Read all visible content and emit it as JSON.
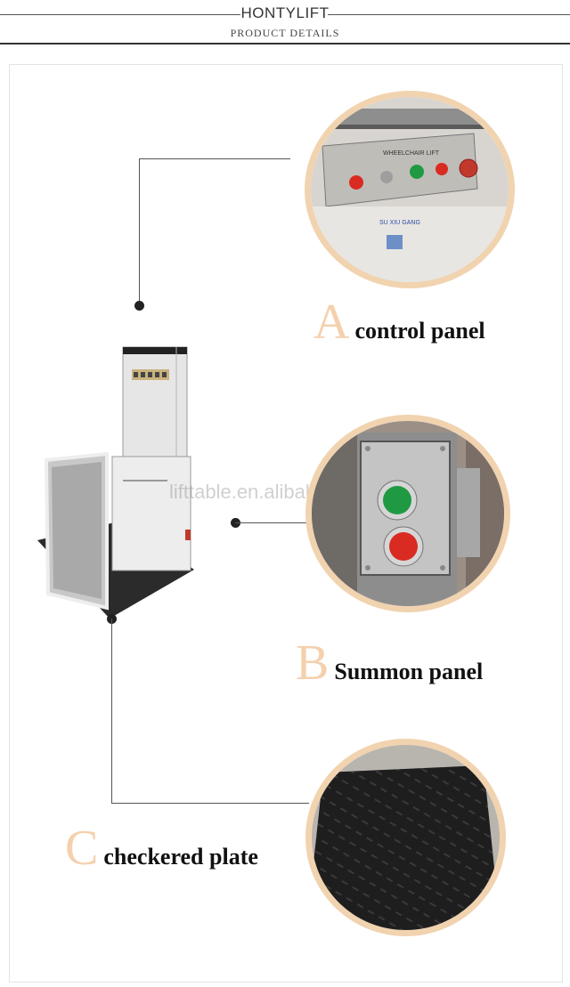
{
  "header": {
    "brand": "HONTYLIFT",
    "subtitle": "PRODUCT DETAILS"
  },
  "watermark": "lifttable.en.alibaba.com",
  "callouts": [
    {
      "letter": "A",
      "label": "control panel"
    },
    {
      "letter": "B",
      "label": "Summon panel"
    },
    {
      "letter": "C",
      "label": "checkered plate"
    }
  ],
  "control_panel_photo": {
    "panel_label": "WHEELCHAIR LIFT",
    "side_text": "SU XIU GANG"
  },
  "colors": {
    "accent_ring": "#f1d3b0",
    "letter_color": "#f4d0ad",
    "button_red": "#d92b22",
    "button_green": "#1f9a43"
  }
}
